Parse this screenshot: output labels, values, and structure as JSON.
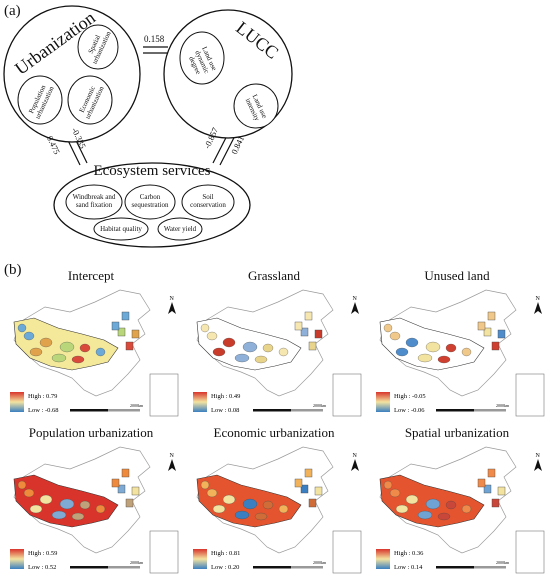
{
  "panel_a": {
    "label": "(a)",
    "groups": {
      "urbanization": {
        "title": "Urbanization",
        "items": [
          "Population urbanization",
          "Economic urbanization",
          "Spatial urbanization"
        ]
      },
      "lucc": {
        "title": "LUCC",
        "items": [
          "Land use dynamic degree",
          "Land use intensity"
        ]
      },
      "ecosystem": {
        "title": "Ecosystem services",
        "items": [
          "Windbreak and sand fixation",
          "Carbon sequestration",
          "Soil conservation",
          "Habitat quality",
          "Water yield"
        ]
      }
    },
    "links": {
      "urb_lucc": "0.158",
      "urb_es_left": "0.475",
      "urb_es_right": "-0.335",
      "lucc_es_left": "-0.857",
      "lucc_es_right": "0.841"
    }
  },
  "panel_b": {
    "label": "(b)",
    "maps": [
      {
        "title": "Intercept",
        "high": "High : 0.79",
        "low": "Low : -0.68"
      },
      {
        "title": "Grassland",
        "high": "High : 0.49",
        "low": "Low : 0.08"
      },
      {
        "title": "Unused land",
        "high": "High : -0.05",
        "low": "Low : -0.06"
      },
      {
        "title": "Population urbanization",
        "high": "High : 0.59",
        "low": "Low : 0.52"
      },
      {
        "title": "Economic urbanization",
        "high": "High : 0.81",
        "low": "Low : 0.20"
      },
      {
        "title": "Spatial urbanization",
        "high": "High : 0.36",
        "low": "Low : 0.14"
      }
    ],
    "north_label": "N",
    "scale_label": "2000km",
    "colors": {
      "high": "#d9342b",
      "mid": "#f3e3a0",
      "low": "#3a7fc1"
    }
  }
}
